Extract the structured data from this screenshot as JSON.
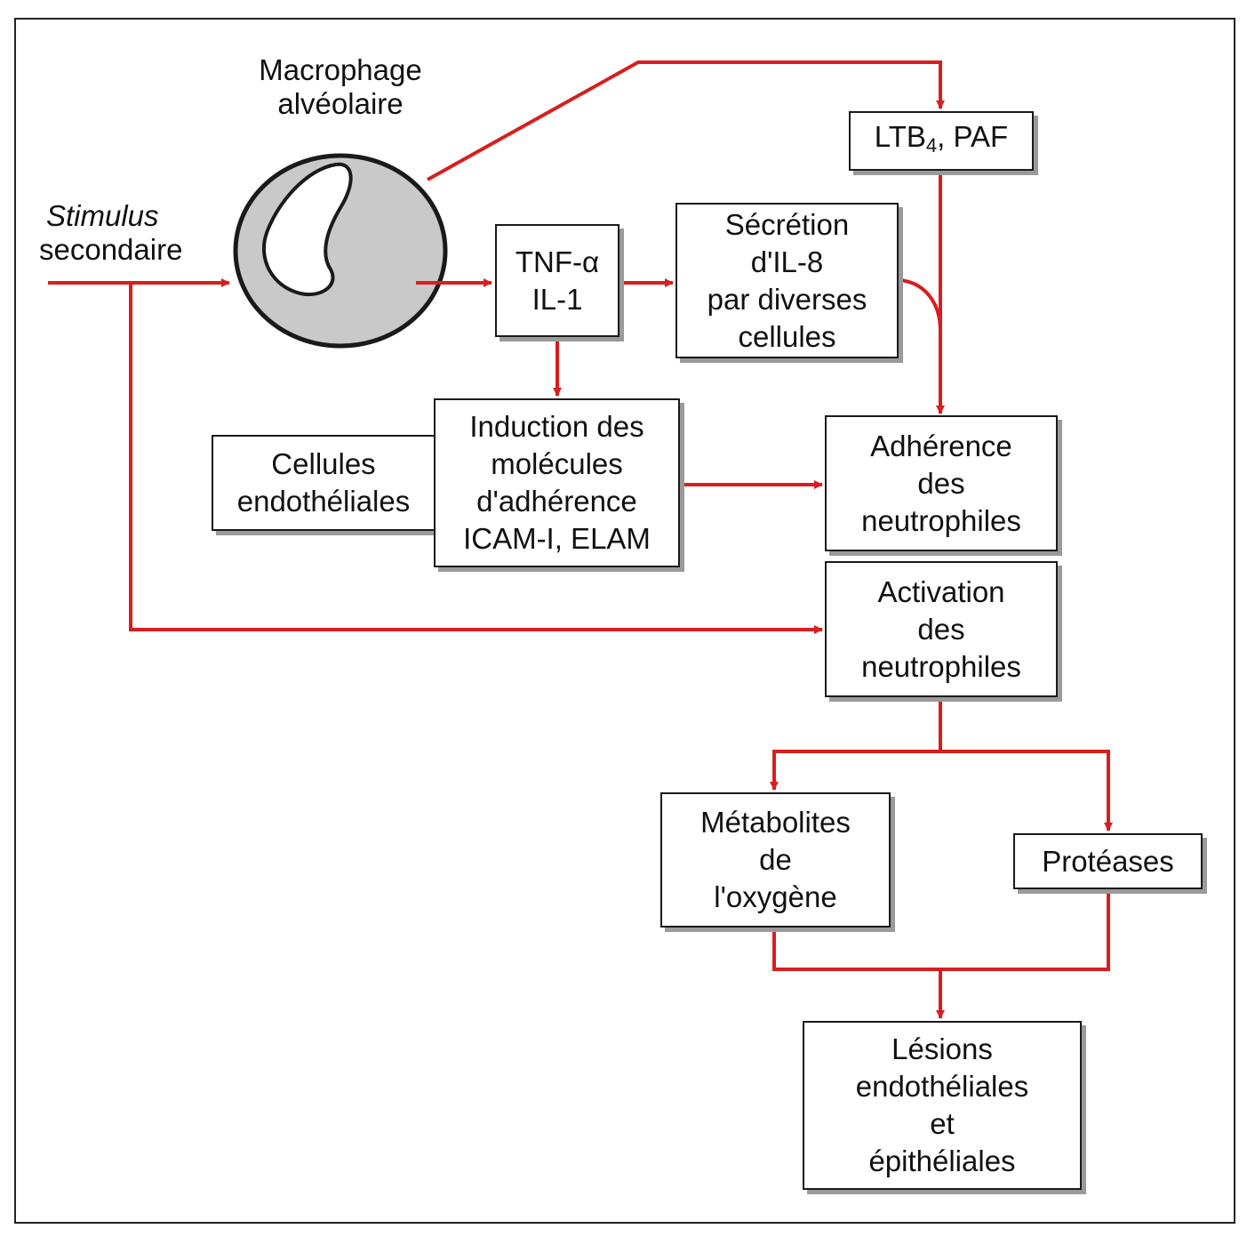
{
  "labels": {
    "macrophage_line1": "Macrophage",
    "macrophage_line2": "alvéolaire",
    "stimulus_line1": "Stimulus",
    "stimulus_line2": "secondaire"
  },
  "nodes": {
    "ltb4_paf": {
      "prefix": "LTB",
      "subscript": "4",
      "suffix": ", PAF"
    },
    "tnf_il1": {
      "text": "TNF-α\nIL-1"
    },
    "secretion_il8": {
      "text": "Sécrétion\nd'IL-8\npar diverses\ncellules"
    },
    "cellules_endotheliales": {
      "text": "Cellules\nendothéliales"
    },
    "induction_molecules": {
      "text": "Induction des\nmolécules\nd'adhérence\nICAM-I, ELAM"
    },
    "adherence_neutrophiles": {
      "text": "Adhérence\ndes\nneutrophiles"
    },
    "activation_neutrophiles": {
      "text": "Activation\ndes\nneutrophiles"
    },
    "metabolites_oxygene": {
      "text": "Métabolites\nde\nl'oxygène"
    },
    "proteases": {
      "text": "Protéases"
    },
    "lesions": {
      "text": "Lésions\nendothéliales\net\népithéliales"
    }
  },
  "edges": [
    {
      "from": "stimulus",
      "to": "macrophage"
    },
    {
      "from": "macrophage",
      "to": "ltb4_paf"
    },
    {
      "from": "macrophage",
      "to": "tnf_il1"
    },
    {
      "from": "tnf_il1",
      "to": "secretion_il8"
    },
    {
      "from": "tnf_il1",
      "to": "induction_molecules"
    },
    {
      "from": "ltb4_paf",
      "to": "adherence_neutrophiles"
    },
    {
      "from": "secretion_il8",
      "to": "adherence_neutrophiles"
    },
    {
      "from": "induction_molecules",
      "to": "adherence_neutrophiles"
    },
    {
      "from": "stimulus",
      "to": "activation_neutrophiles"
    },
    {
      "from": "activation_neutrophiles",
      "to": "metabolites_oxygene"
    },
    {
      "from": "activation_neutrophiles",
      "to": "proteases"
    },
    {
      "from": "metabolites_oxygene",
      "to": "lesions"
    },
    {
      "from": "proteases",
      "to": "lesions"
    }
  ],
  "colors": {
    "arrow": "#d81e1e",
    "box_border": "#1a1a1a",
    "box_shadow": "#9a9a9a",
    "cell_fill": "#c9c9c9"
  }
}
